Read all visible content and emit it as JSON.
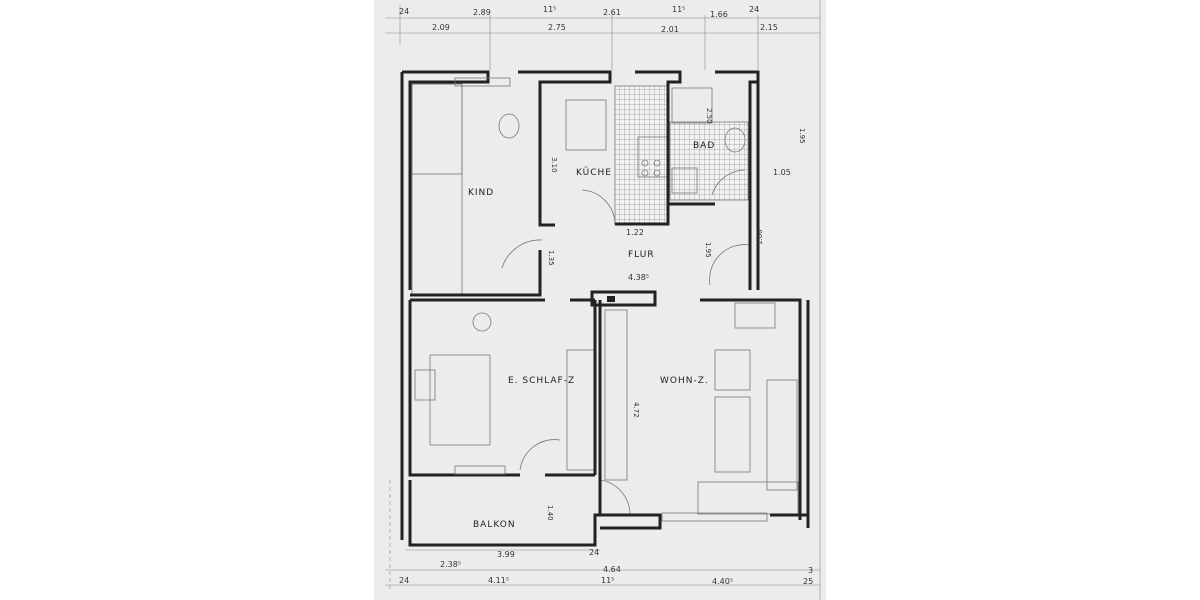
{
  "rooms": {
    "kind": "KIND",
    "kueche": "KÜCHE",
    "bad": "BAD",
    "flur": "FLUR",
    "schlaf": "E. SCHLAF-Z",
    "wohn": "WOHN-Z.",
    "balkon": "BALKON"
  },
  "dimensions": {
    "top_row1": [
      "24",
      "2.89",
      "11⁵",
      "2.61",
      "11⁵",
      "1.66",
      "24"
    ],
    "top_row2": [
      "2.09",
      "2.75",
      "2.01",
      "2.15"
    ],
    "interior": {
      "kueche_width": "3.10",
      "kitchen_opening": "1.22",
      "flur_length": "4.38⁵",
      "flur_left": "1.35",
      "flur_right": "1.95",
      "flur_door": "1.60",
      "bad_width": "2.50",
      "side": "1.05",
      "wohn_depth": "4.72",
      "balkon_depth": "1.40",
      "right_side": "1.95"
    },
    "bottom_row1": [
      "3.99",
      "24"
    ],
    "bottom_row2": [
      "2.38⁵",
      "4.64",
      "3"
    ],
    "bottom_row3": [
      "24",
      "4.11⁵",
      "11⁵",
      "4.40⁵",
      "25"
    ]
  }
}
